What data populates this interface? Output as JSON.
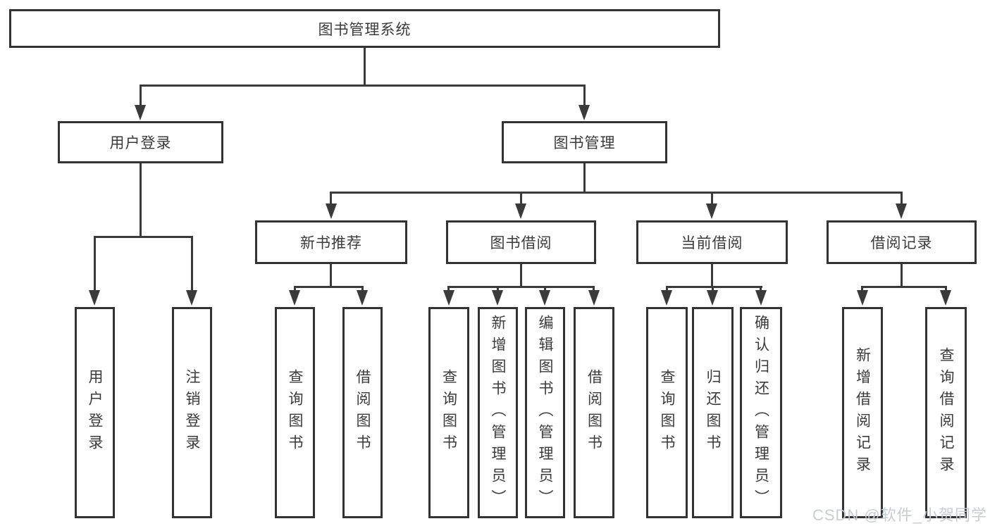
{
  "root_label": "图书管理系统",
  "level2": {
    "user_login": "用户登录",
    "book_management": "图书管理"
  },
  "level3": {
    "new_book_recommendation": "新书推荐",
    "book_borrowing": "图书借阅",
    "current_borrowing": "当前借阅",
    "borrowing_records": "借阅记录"
  },
  "leaves": {
    "user_login": [
      "用户登录",
      "注销登录"
    ],
    "new_book_recommendation": [
      "查询图书",
      "借阅图书"
    ],
    "book_borrowing": [
      "查询图书",
      "新增图书（管理员）",
      "编辑图书（管理员）",
      "借阅图书"
    ],
    "current_borrowing": [
      "查询图书",
      "归还图书",
      "确认归还（管理员）"
    ],
    "borrowing_records": [
      "新增借阅记录",
      "查询借阅记录"
    ]
  },
  "watermark": "CSDN @软件_小贺同学",
  "colors": {
    "line": "#3a3a3a",
    "border": "#333333",
    "text": "#3b3b3b",
    "watermark": "#c6cacf",
    "background": "#ffffff"
  }
}
